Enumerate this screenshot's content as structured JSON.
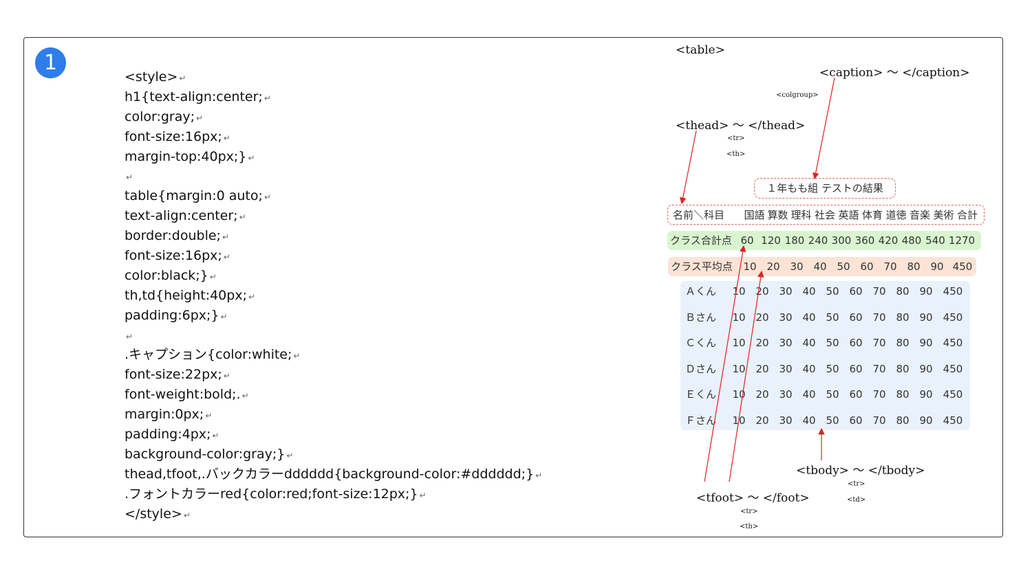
{
  "badge": "1",
  "code_lines": [
    "<style>",
    "h1{text-align:center;",
    "color:gray;",
    "font-size:16px;",
    "margin-top:40px;}",
    "",
    "table{margin:0 auto;",
    "text-align:center;",
    "border:double;",
    "font-size:16px;",
    "color:black;}",
    "th,td{height:40px;",
    "padding:6px;}",
    "",
    ".キャプション{color:white;",
    "font-size:22px;",
    "font-weight:bold;.",
    "margin:0px;",
    "padding:4px;",
    "background-color:gray;}",
    "thead,tfoot,.バックカラーdddddd{background-color:#dddddd;}",
    ".フォントカラーred{color:red;font-size:12px;}",
    "</style>"
  ],
  "return_mark": "↵",
  "tags": {
    "table": "<table>",
    "caption": "<caption> 〜 </caption>",
    "colgroup": "<colgroup>",
    "thead": "<thead> 〜 </thead>",
    "thead_tr": "<tr>",
    "thead_th": "<th>",
    "tbody": "<tbody> 〜 </tbody>",
    "tbody_tr": "<tr>",
    "tbody_td": "<td>",
    "tfoot": "<tfoot> 〜 </foot>",
    "tfoot_tr": "<tr>",
    "tfoot_th": "<th>"
  },
  "table": {
    "caption": "１年もも組 テストの結果",
    "header_label": "名前＼科目",
    "subjects": [
      "国語",
      "算数",
      "理科",
      "社会",
      "英語",
      "体育",
      "道徳",
      "音楽",
      "美術",
      "合計"
    ],
    "sum_label": "クラス合計点",
    "sum_values": [
      "60",
      "120",
      "180",
      "240",
      "300",
      "360",
      "420",
      "480",
      "540",
      "1270"
    ],
    "avg_label": "クラス平均点",
    "avg_values": [
      "10",
      "20",
      "30",
      "40",
      "50",
      "60",
      "70",
      "80",
      "90",
      "450"
    ],
    "rows": [
      {
        "name": "Ａくん",
        "values": [
          "10",
          "20",
          "30",
          "40",
          "50",
          "60",
          "70",
          "80",
          "90",
          "450"
        ]
      },
      {
        "name": "Ｂさん",
        "values": [
          "10",
          "20",
          "30",
          "40",
          "50",
          "60",
          "70",
          "80",
          "90",
          "450"
        ]
      },
      {
        "name": "Ｃくん",
        "values": [
          "10",
          "20",
          "30",
          "40",
          "50",
          "60",
          "70",
          "80",
          "90",
          "450"
        ]
      },
      {
        "name": "Ｄさん",
        "values": [
          "10",
          "20",
          "30",
          "40",
          "50",
          "60",
          "70",
          "80",
          "90",
          "450"
        ]
      },
      {
        "name": "Ｅくん",
        "values": [
          "10",
          "20",
          "30",
          "40",
          "50",
          "60",
          "70",
          "80",
          "90",
          "450"
        ]
      },
      {
        "name": "Ｆさん",
        "values": [
          "10",
          "20",
          "30",
          "40",
          "50",
          "60",
          "70",
          "80",
          "90",
          "450"
        ]
      }
    ]
  },
  "colors": {
    "badge": "#2f7de9",
    "arrow": "#e02020",
    "sum_bg": "#d9f5d0",
    "avg_bg": "#fbe3d6",
    "tbody_bg": "#e9f1fc",
    "dashed_border": "#e06060"
  }
}
